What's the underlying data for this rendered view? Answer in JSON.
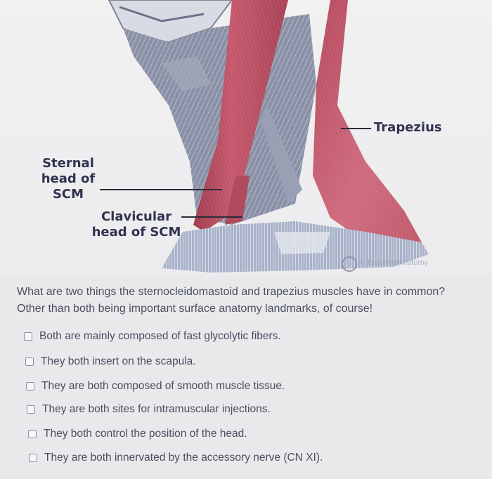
{
  "figure": {
    "labels": {
      "sternal_line1": "Sternal",
      "sternal_line2": "head of",
      "sternal_line3": "SCM",
      "clavicular_line1": "Clavicular",
      "clavicular_line2": "head of SCM",
      "trapezius": "Trapezius"
    },
    "watermark": "© TeachMeAnatomy",
    "colors": {
      "muscle_red": "#c65a6d",
      "muscle_dark": "#8f3545",
      "neck_gray": "#8d93a8",
      "line_color": "#2a2c3a"
    }
  },
  "question": {
    "line1": "What are two things the sternocleidomastoid and trapezius muscles have in common?",
    "line2": "Other than both being important surface anatomy landmarks, of course!"
  },
  "options": [
    {
      "label": "Both are mainly composed of fast glycolytic fibers.",
      "checked": false
    },
    {
      "label": "They both insert on the scapula.",
      "checked": false
    },
    {
      "label": "They are both composed of smooth muscle tissue.",
      "checked": false
    },
    {
      "label": "They are both sites for intramuscular injections.",
      "checked": false
    },
    {
      "label": "They both control the position of the head.",
      "checked": false
    },
    {
      "label": "They are both innervated by the accessory nerve (CN XI).",
      "checked": false
    }
  ]
}
